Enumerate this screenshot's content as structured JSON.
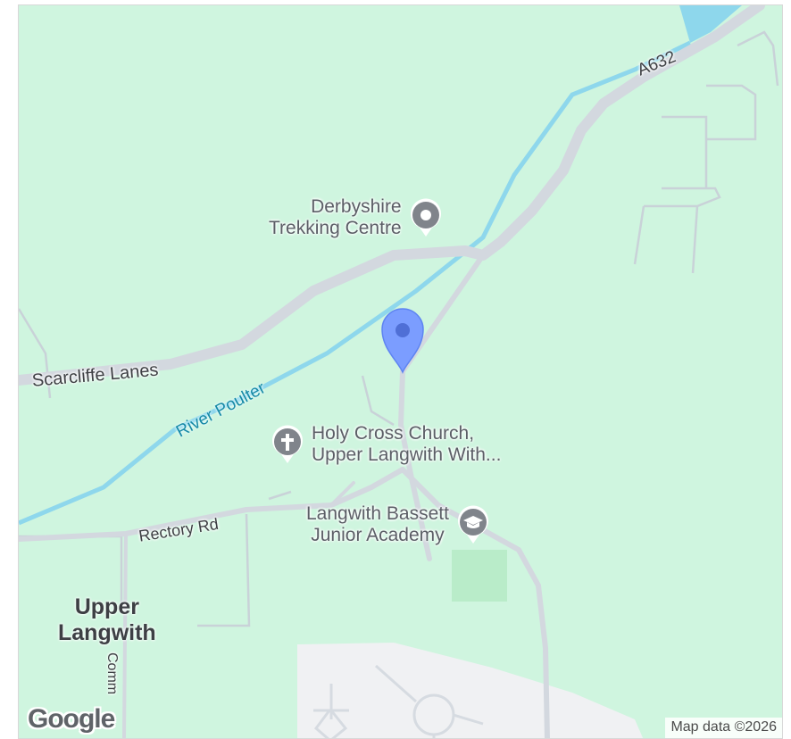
{
  "map": {
    "attribution": "Map data ©2026",
    "logo": "Google",
    "colors": {
      "land": "#cff5df",
      "road": "#d3d8df",
      "river": "#8ed7ec",
      "urban": "#f0f1f3",
      "park": "#b9ecc9",
      "pin": "#7b9dff",
      "poi_icon": "#80848b"
    },
    "roads": {
      "a632": "A632",
      "scarcliffe": "Scarcliffe Lanes",
      "rectory": "Rectory Rd",
      "common": "Comm"
    },
    "river": {
      "name": "River Poulter"
    },
    "places": {
      "upper_langwith": {
        "line1": "Upper",
        "line2": "Langwith"
      }
    },
    "pois": [
      {
        "line1": "Derbyshire",
        "line2": "Trekking Centre",
        "icon": "map-pin-circle-icon"
      },
      {
        "line1": "Holy Cross Church,",
        "line2": "Upper Langwith With...",
        "icon": "cross-icon"
      },
      {
        "line1": "Langwith Bassett",
        "line2": "Junior Academy",
        "icon": "graduation-cap-icon"
      }
    ],
    "marker": {
      "icon": "location-pin-icon"
    }
  }
}
